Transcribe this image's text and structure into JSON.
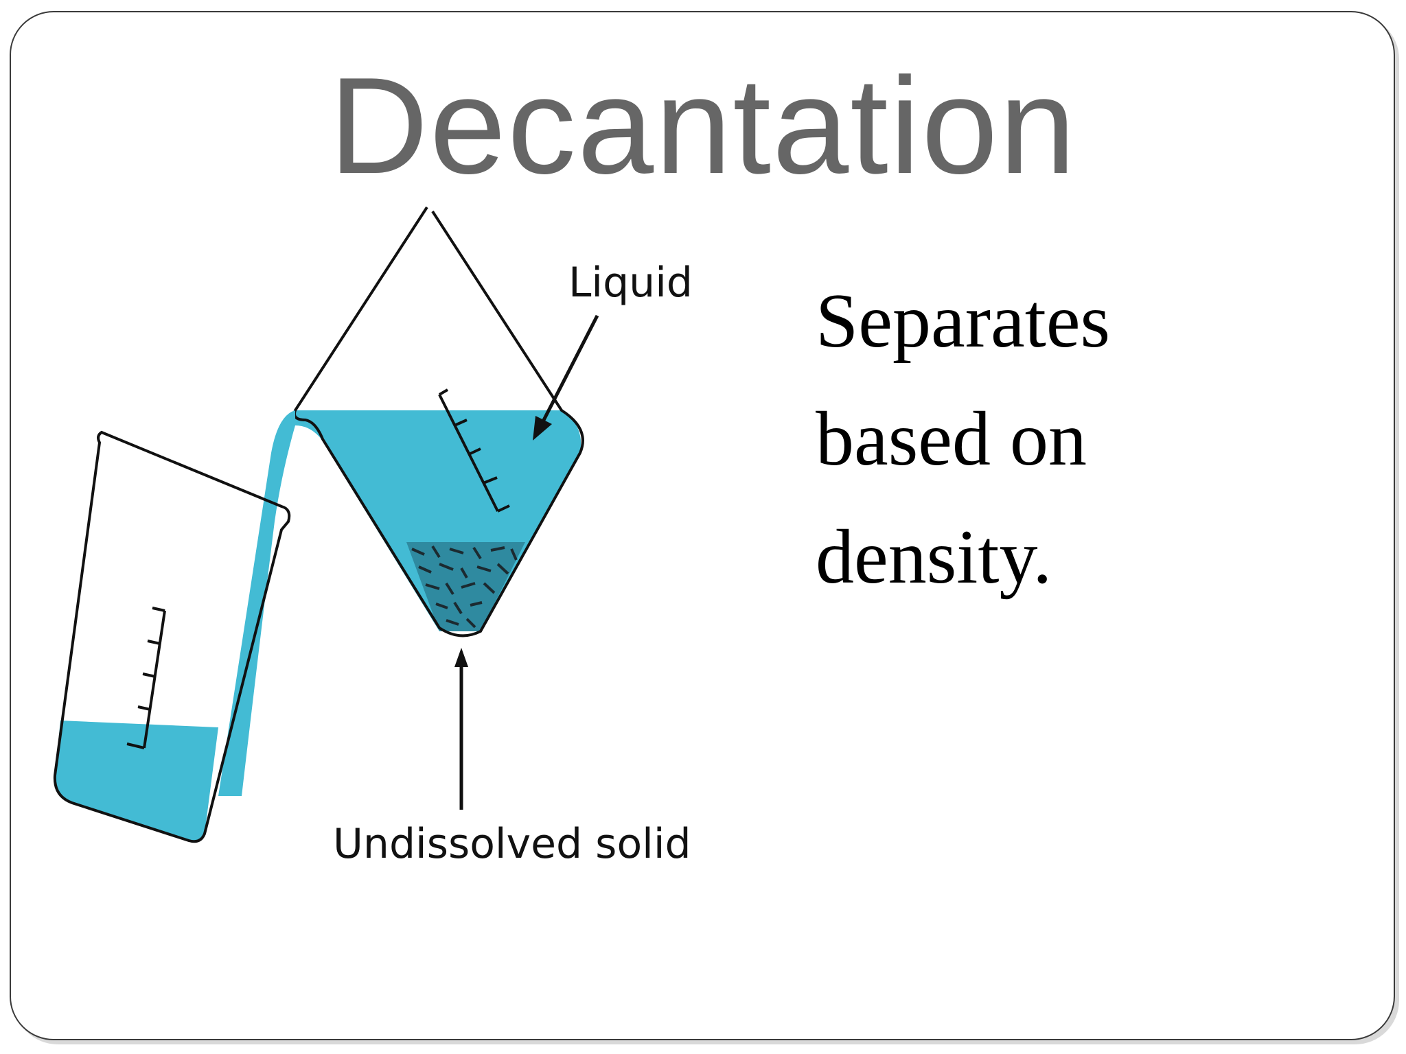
{
  "slide": {
    "title": "Decantation",
    "body_lines": [
      "Separates",
      "based on",
      "density."
    ]
  },
  "diagram": {
    "label_liquid": "Liquid",
    "label_solid": "Undissolved solid",
    "liquid_color": "#43bbd4",
    "outline_color": "#111111"
  }
}
